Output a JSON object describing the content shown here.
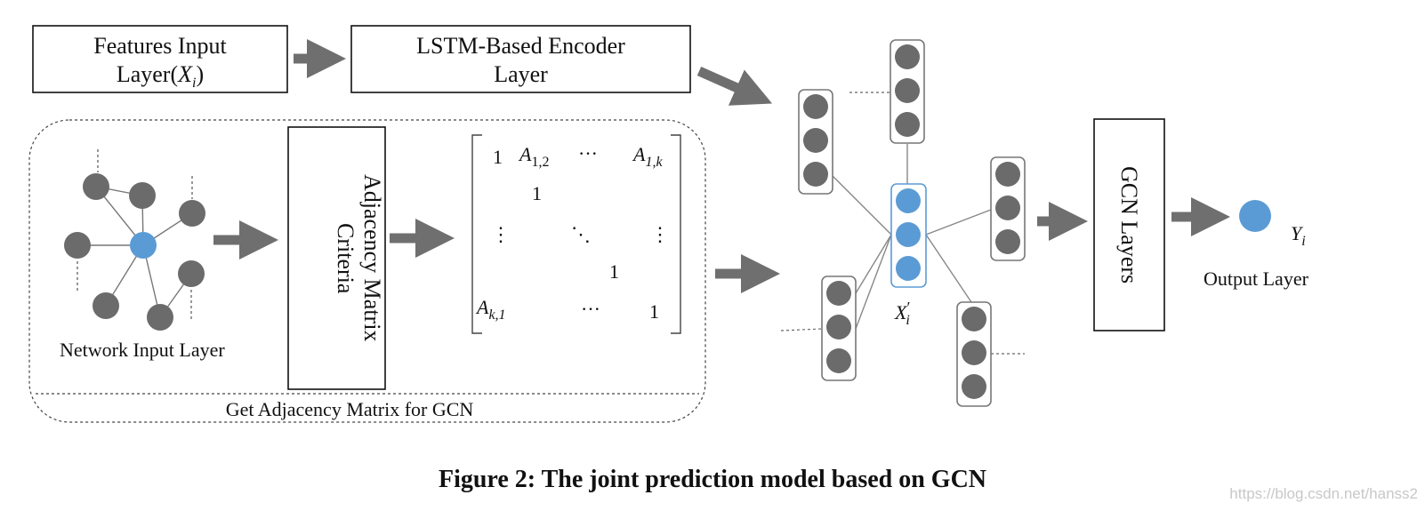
{
  "features_box": {
    "line1": "Features Input",
    "line2": "Layer(",
    "var": "X",
    "sub": "i",
    "close": ")"
  },
  "encoder_box": {
    "line1": "LSTM-Based Encoder",
    "line2": "Layer"
  },
  "adjacency_box": {
    "line1": "Adjacency Matrix",
    "line2": "Criteria"
  },
  "network_label": "Network Input Layer",
  "group_label": "Get Adjacency Matrix for GCN",
  "matrix": {
    "one": "1",
    "a12": {
      "var": "A",
      "sub": "1,2"
    },
    "a1k": {
      "var": "A",
      "sub": "1,k"
    },
    "ak1": {
      "var": "A",
      "sub": "k,1"
    },
    "hdots": "···",
    "vdots": "⋮",
    "ddots": "⋱"
  },
  "node_label": {
    "var": "X",
    "sup": "′",
    "sub": "i"
  },
  "gcn_box": "GCN Layers",
  "output_label": "Output Layer",
  "output_var": {
    "var": "Y",
    "sub": "i"
  },
  "caption": "Figure 2: The joint prediction model based on GCN",
  "watermark": "https://blog.csdn.net/hanss2",
  "colors": {
    "arrow": "#6f6f6f",
    "node_gray": "#6b6b6b",
    "node_blue": "#5b9bd5",
    "border": "#111111"
  }
}
